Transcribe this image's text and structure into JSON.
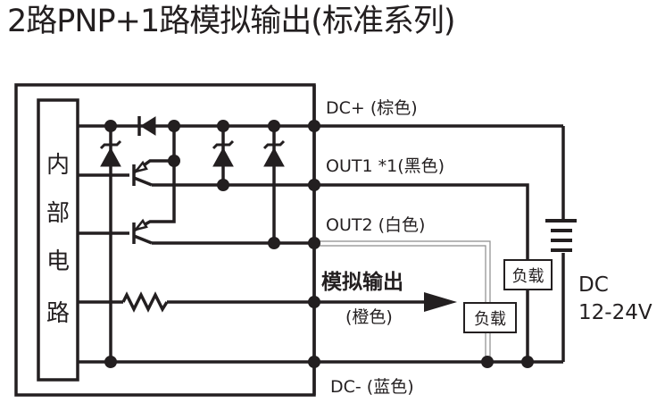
{
  "title": "2路PNP+1路模拟输出(标准系列)",
  "internal_circuit": {
    "chars": [
      "内",
      "部",
      "电",
      "路"
    ]
  },
  "terminals": {
    "dc_plus": "DC+ (棕色)",
    "out1": "OUT1",
    "out1_note": "*1(黑色)",
    "out2": "OUT2  (白色)",
    "analog_output": "模拟输出",
    "analog_color": "(橙色)",
    "dc_minus": "DC- (蓝色)"
  },
  "loads": {
    "load1": "负载",
    "load2": "负载"
  },
  "power_supply": {
    "line1": "DC",
    "line2": "12-24V"
  },
  "colors": {
    "wire": "#231f20",
    "out2_wire": "#9a9a9a"
  }
}
